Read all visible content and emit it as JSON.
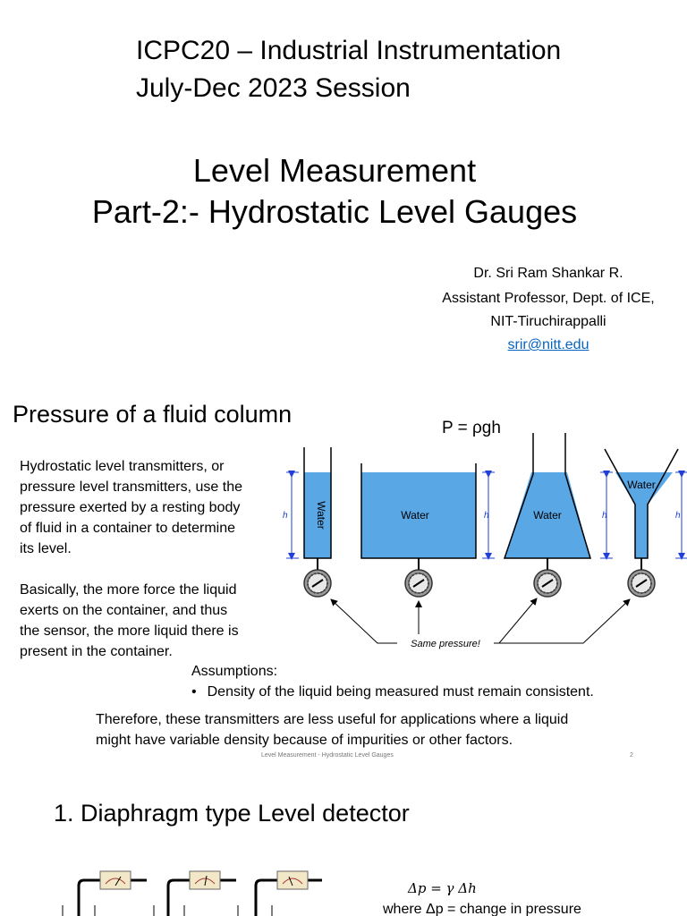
{
  "slide1": {
    "course_line1": "ICPC20 – Industrial Instrumentation",
    "course_line2": "July-Dec 2023 Session",
    "title_line1": "Level Measurement",
    "title_line2": "Part-2:- Hydrostatic Level Gauges",
    "author": {
      "name": "Dr. Sri Ram Shankar R.",
      "position": "Assistant Professor, Dept. of ICE,",
      "institute": "NIT-Tiruchirappalli",
      "email": "srir@nitt.edu"
    }
  },
  "slide2": {
    "title": "Pressure of a fluid column",
    "formula": "P = ρgh",
    "para1": [
      "Hydrostatic level transmitters, or",
      "pressure level transmitters, use the",
      "pressure exerted by a resting body",
      "of fluid in a container to determine",
      "its level."
    ],
    "para2": [
      "Basically, the more force the liquid",
      "exerts on the container, and thus",
      "the sensor, the more liquid there is",
      "present in the container."
    ],
    "assumptions_label": "Assumptions:",
    "assumption_bullet": "•",
    "assumption": "Density of the liquid being measured must remain consistent.",
    "therefore": [
      "Therefore, these transmitters are less useful for applications where a liquid",
      "might have variable density because of impurities or other factors."
    ],
    "diagram": {
      "water_label": "Water",
      "height_label": "h",
      "pressure_label": "Same pressure!",
      "water_color": "#5aa7e6",
      "arrow_color": "#1f3fd6"
    },
    "footer": "Level Measurement - Hydrostatic Level Gauges",
    "page_number": "2"
  },
  "slide3": {
    "title": "1. Diaphragm type Level detector",
    "equation": "Δp = γ Δh",
    "where_text": "where Δp = change in pressure"
  }
}
